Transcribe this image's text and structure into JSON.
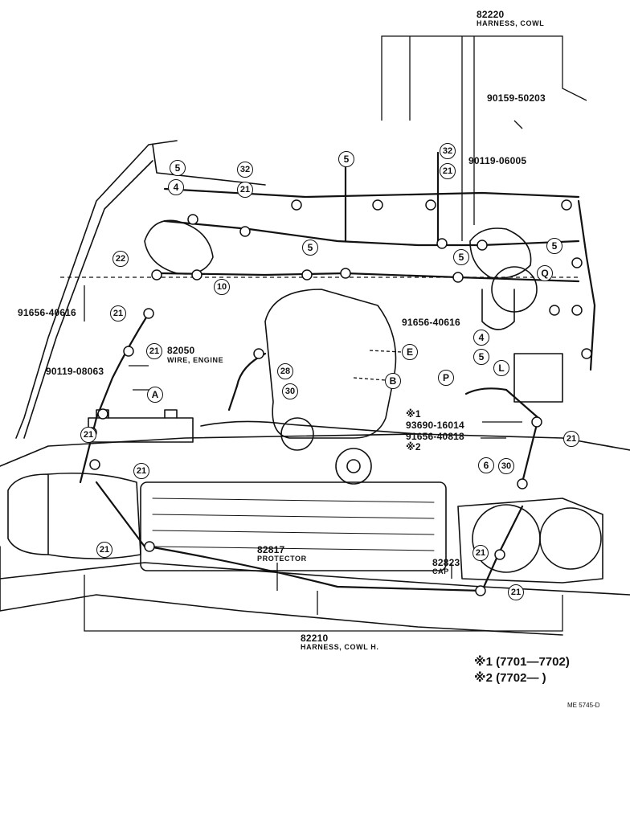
{
  "parts": {
    "harness_cowl_no": "82220",
    "harness_cowl_name": "HARNESS, COWL",
    "bolt_90159": "90159-50203",
    "bolt_90119_a": "90119-06005",
    "bolt_91656_left": "91656-40616",
    "bolt_91656_right": "91656-40616",
    "wire_engine_no": "82050",
    "wire_engine_name": "WIRE, ENGINE",
    "bolt_90119_b": "90119-08063",
    "note_star1": "※1",
    "part_93690": "93690-16014",
    "part_91656_b": "91656-40818",
    "note_star2": "※2",
    "protector_no": "82817",
    "protector_name": "PROTECTOR",
    "cap_no": "82823",
    "cap_name": "CAP",
    "harness_cowl_h_no": "82210",
    "harness_cowl_h_name": "HARNESS, COWL H."
  },
  "callouts": {
    "c5": "5",
    "c4": "4",
    "c32": "32",
    "c21": "21",
    "c22": "22",
    "c10": "10",
    "c28": "28",
    "c30": "30",
    "c6": "6",
    "A": "A",
    "B": "B",
    "E": "E",
    "P": "P",
    "Q": "Q",
    "L": "L"
  },
  "notes": {
    "n1": "※1 (7701—7702)",
    "n2": "※2 (7702—      )"
  },
  "drawing_code": "ME 5745-D"
}
